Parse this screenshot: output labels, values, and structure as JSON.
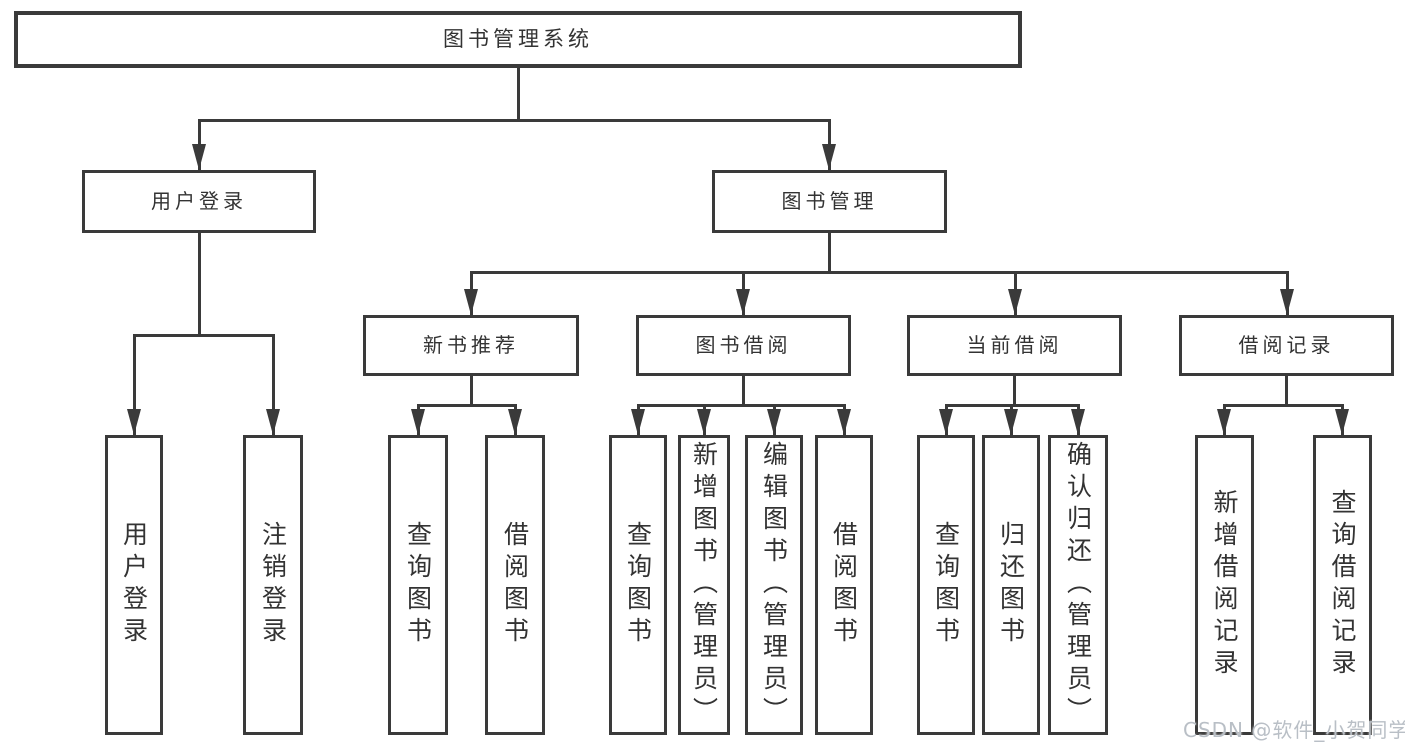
{
  "tree": {
    "root": {
      "label": "图书管理系统"
    },
    "branches": [
      {
        "label": "用户登录",
        "children": [
          {
            "label": "用户登录"
          },
          {
            "label": "注销登录"
          }
        ]
      },
      {
        "label": "图书管理",
        "children": [
          {
            "label": "新书推荐",
            "children": [
              {
                "label": "查询图书"
              },
              {
                "label": "借阅图书"
              }
            ]
          },
          {
            "label": "图书借阅",
            "children": [
              {
                "label": "查询图书"
              },
              {
                "label": "新增图书（管理员）"
              },
              {
                "label": "编辑图书（管理员）"
              },
              {
                "label": "借阅图书"
              }
            ]
          },
          {
            "label": "当前借阅",
            "children": [
              {
                "label": "查询图书"
              },
              {
                "label": "归还图书"
              },
              {
                "label": "确认归还（管理员）"
              }
            ]
          },
          {
            "label": "借阅记录",
            "children": [
              {
                "label": "新增借阅记录"
              },
              {
                "label": "查询借阅记录"
              }
            ]
          }
        ]
      }
    ]
  },
  "watermark": {
    "text": "CSDN @软件_小贺同学"
  },
  "colors": {
    "line": "#3a3a3a",
    "text": "#333333",
    "watermark": "#b9bfc6",
    "background": "#ffffff"
  }
}
